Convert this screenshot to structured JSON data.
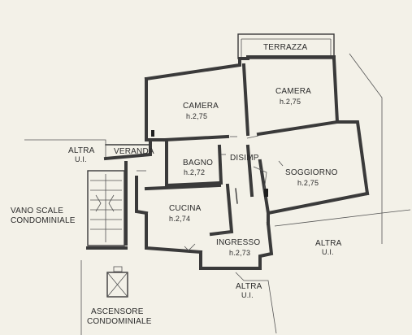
{
  "rooms": {
    "terrazza": {
      "name": "TERRAZZA"
    },
    "camera_left": {
      "name": "CAMERA",
      "height": "h.2,75"
    },
    "camera_right": {
      "name": "CAMERA",
      "height": "h.2,75"
    },
    "veranda": {
      "name": "VERANDA"
    },
    "bagno": {
      "name": "BAGNO",
      "height": "h.2,72"
    },
    "disimp": {
      "name": "DISIMP."
    },
    "soggiorno": {
      "name": "SOGGIORNO",
      "height": "h.2,75"
    },
    "cucina": {
      "name": "CUCINA",
      "height": "h.2,74"
    },
    "ingresso": {
      "name": "INGRESSO",
      "height": "h.2,73"
    }
  },
  "surroundings": {
    "altra_top_left": {
      "line1": "ALTRA",
      "line2": "U.I."
    },
    "altra_right": {
      "line1": "ALTRA",
      "line2": "U.I."
    },
    "altra_bottom": {
      "line1": "ALTRA",
      "line2": "U.I."
    },
    "vano_scale": {
      "line1": "VANO SCALE",
      "line2": "CONDOMINIALE"
    },
    "ascensore": {
      "line1": "ASCENSORE",
      "line2": "CONDOMINIALE"
    }
  }
}
